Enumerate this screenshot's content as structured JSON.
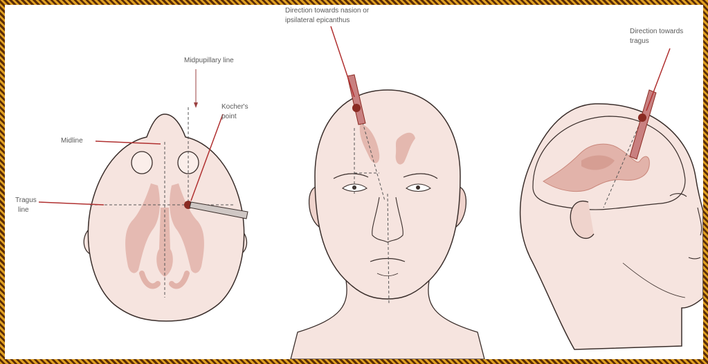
{
  "labels": {
    "top_view": {
      "midpupillary_line": "Midpupillary line",
      "midline": "Midline",
      "kocher_point_1": "Kocher's",
      "kocher_point_2": "point",
      "tragus_line_1": "Tragus",
      "tragus_line_2": "line"
    },
    "front_view": {
      "direction_1": "Direction towards nasion or",
      "direction_2": "ipsilateral epicanthus"
    },
    "side_view": {
      "direction_1": "Direction towards",
      "direction_2": "tragus"
    }
  },
  "colors": {
    "skin": "#f6e4df",
    "skin_shadow": "#efd3cc",
    "outline": "#3a2e2b",
    "ventricle": "#e2b3aa",
    "ventricle_dark": "#c9877b",
    "pointer": "#b03030",
    "needle": "#8a2a22",
    "frame": "#6b3b12"
  }
}
